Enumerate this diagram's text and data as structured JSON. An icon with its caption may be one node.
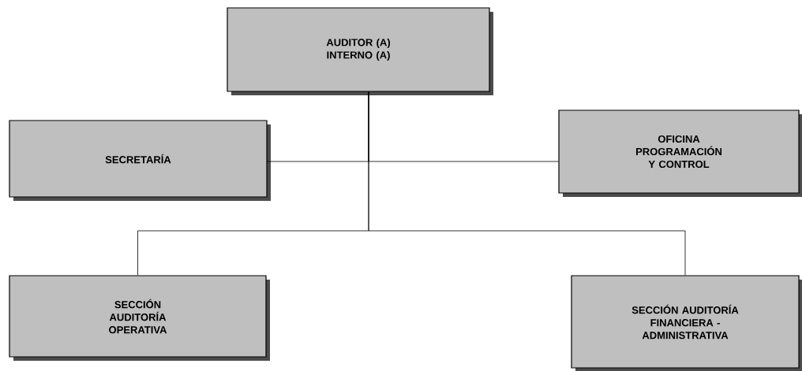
{
  "diagram": {
    "nodes": [
      {
        "text": [
          "AUDITOR (A) INTERNO (A)"
        ]
      },
      {
        "text": [
          "SECRETARÍA"
        ]
      },
      {
        "text": [
          "OFICINA PROGRAMACIÓN Y CONTROL"
        ]
      },
      {
        "text": [
          "SECCIÓN AUDITORÍA OPERATIVA"
        ]
      },
      {
        "text": [
          "SECCIÓN AUDITORÍA FINANCIERA - ADMINISTRATIVA"
        ]
      }
    ],
    "edges": [
      {
        "from": 0,
        "to": 1,
        "arrow": "none"
      },
      {
        "from": 0,
        "to": 2,
        "arrow": "none"
      },
      {
        "from": 0,
        "to": 3,
        "arrow": "none"
      },
      {
        "from": 0,
        "to": 4,
        "arrow": "none"
      }
    ]
  }
}
